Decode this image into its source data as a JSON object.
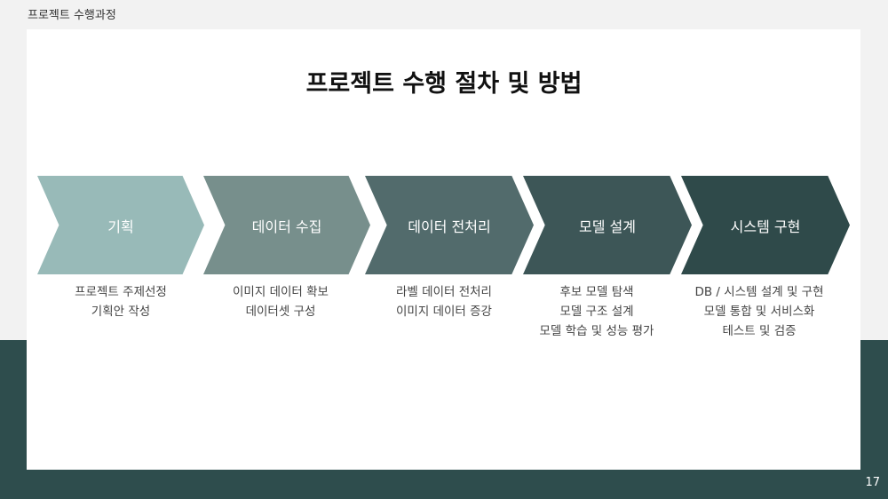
{
  "header": {
    "section_label": "프로젝트 수행과정"
  },
  "slide": {
    "title": "프로젝트 수행 절차 및 방법",
    "page_number": "17"
  },
  "steps": [
    {
      "label": "기획",
      "color": "#98bab8",
      "details": [
        "프로젝트 주제선정",
        "기획안 작성"
      ]
    },
    {
      "label": "데이터 수집",
      "color": "#778f8c",
      "details": [
        "이미지 데이터 확보",
        "데이터셋 구성"
      ]
    },
    {
      "label": "데이터 전처리",
      "color": "#526b6c",
      "details": [
        "라벨 데이터 전처리",
        "이미지 데이터 증강"
      ]
    },
    {
      "label": "모델 설계",
      "color": "#3d5657",
      "details": [
        "후보 모델 탐색",
        "모델 구조 설계",
        "모델 학습 및 성능 평가"
      ]
    },
    {
      "label": "시스템 구현",
      "color": "#2f4a4a",
      "details": [
        "DB /  시스템 설계 및 구현",
        "모델 통합 및 서비스화",
        "테스트 및 검증"
      ]
    }
  ],
  "colors": {
    "band": "#2e4d4d",
    "card": "#ffffff",
    "background": "#f2f2f2"
  }
}
